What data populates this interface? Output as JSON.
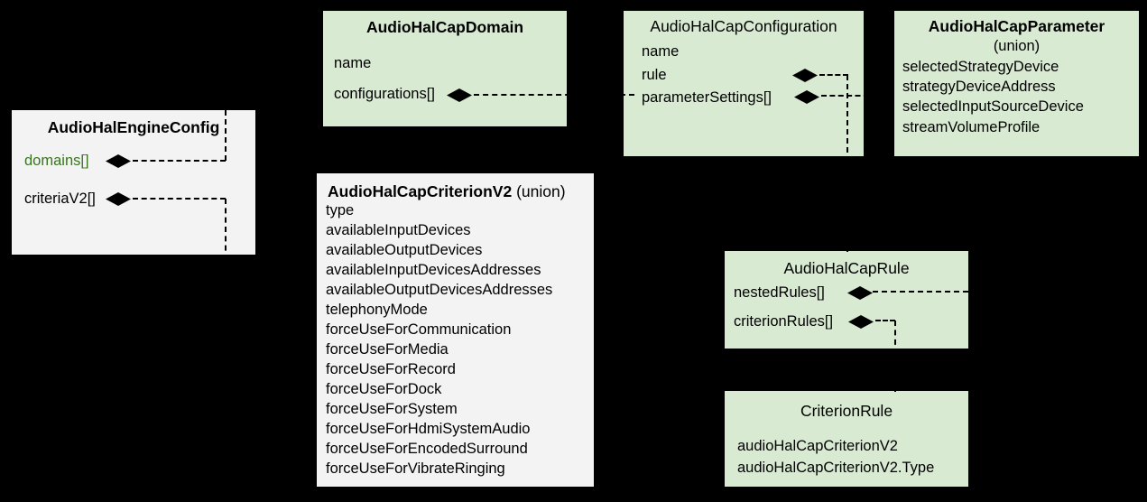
{
  "colors": {
    "bg": "#000000",
    "box_green": "#d9ead3",
    "box_gray": "#f3f3f3",
    "text": "#000000",
    "accent_green": "#38761d",
    "connector": "#000000"
  },
  "boxes": {
    "engine_config": {
      "title": "AudioHalEngineConfig",
      "fields": [
        "domains[]",
        "criteriaV2[]"
      ]
    },
    "cap_domain": {
      "title": "AudioHalCapDomain",
      "fields": [
        "name",
        "configurations[]"
      ]
    },
    "cap_configuration": {
      "title": "AudioHalCapConfiguration",
      "fields": [
        "name",
        "rule",
        "parameterSettings[]"
      ]
    },
    "cap_parameter": {
      "title": "AudioHalCapParameter",
      "subtitle": "(union)",
      "fields": [
        "selectedStrategyDevice",
        "strategyDeviceAddress",
        "selectedInputSourceDevice",
        "streamVolumeProfile"
      ]
    },
    "cap_criterion_v2": {
      "title": "AudioHalCapCriterionV2",
      "title_suffix": " (union)",
      "fields": [
        "type",
        "availableInputDevices",
        "availableOutputDevices",
        "availableInputDevicesAddresses",
        "availableOutputDevicesAddresses",
        "telephonyMode",
        "forceUseForCommunication",
        "forceUseForMedia",
        "forceUseForRecord",
        "forceUseForDock",
        "forceUseForSystem",
        "forceUseForHdmiSystemAudio",
        "forceUseForEncodedSurround",
        "forceUseForVibrateRinging"
      ]
    },
    "cap_rule": {
      "title": "AudioHalCapRule",
      "fields": [
        "nestedRules[]",
        "criterionRules[]"
      ]
    },
    "criterion_rule": {
      "title": "CriterionRule",
      "fields": [
        "audioHalCapCriterionV2",
        "audioHalCapCriterionV2.Type"
      ]
    }
  }
}
